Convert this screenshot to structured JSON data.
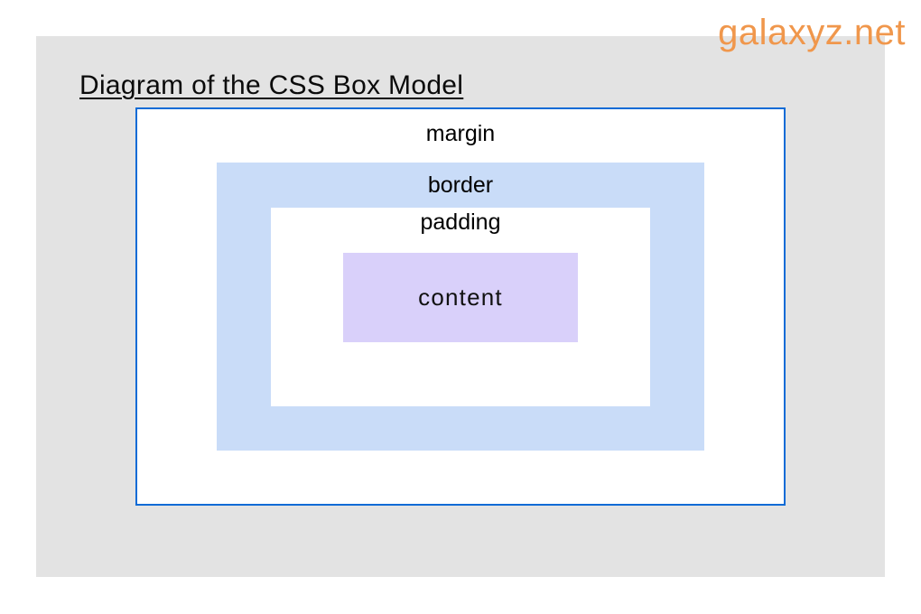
{
  "watermark": {
    "text": "galaxyz.net",
    "color": "#F0974C"
  },
  "title": "Diagram of the CSS Box Model",
  "diagram": {
    "labels": {
      "margin": "margin",
      "border": "border",
      "padding": "padding",
      "content": "content"
    },
    "colors": {
      "panel_bg": "#E3E3E3",
      "margin_fill": "#FFFFFF",
      "margin_border": "#0D6BD6",
      "border_fill": "#C9DCF8",
      "padding_fill": "#FFFFFF",
      "content_fill": "#D9D0FA",
      "label_text": "#000000"
    }
  }
}
